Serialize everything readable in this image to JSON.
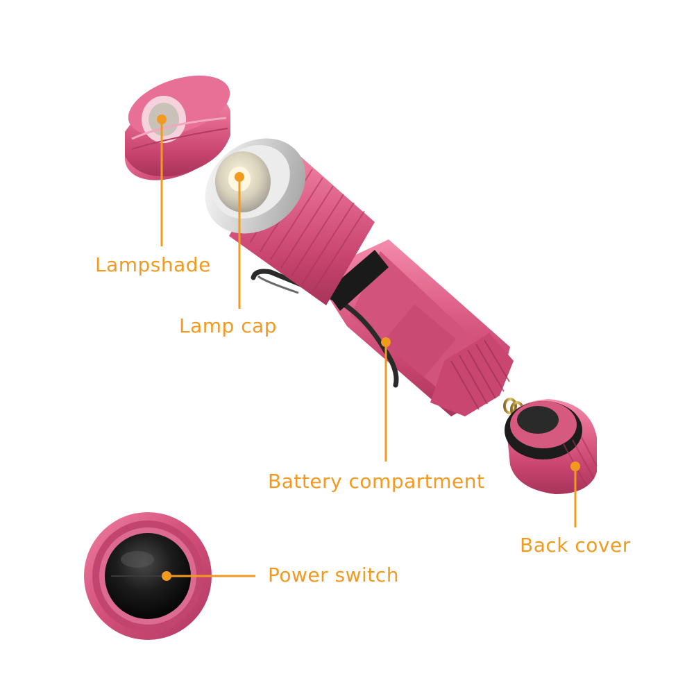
{
  "colors": {
    "body_pink": "#d9567f",
    "accent_orange": "#f29a1f",
    "switch_black": "#1a1a1a",
    "lens_silver": "#d7d7d7"
  },
  "labels": {
    "lampshade": "Lampshade",
    "lamp_cap": "Lamp cap",
    "battery_compartment": "Battery compartment",
    "back_cover": "Back cover",
    "power_switch": "Power switch"
  }
}
